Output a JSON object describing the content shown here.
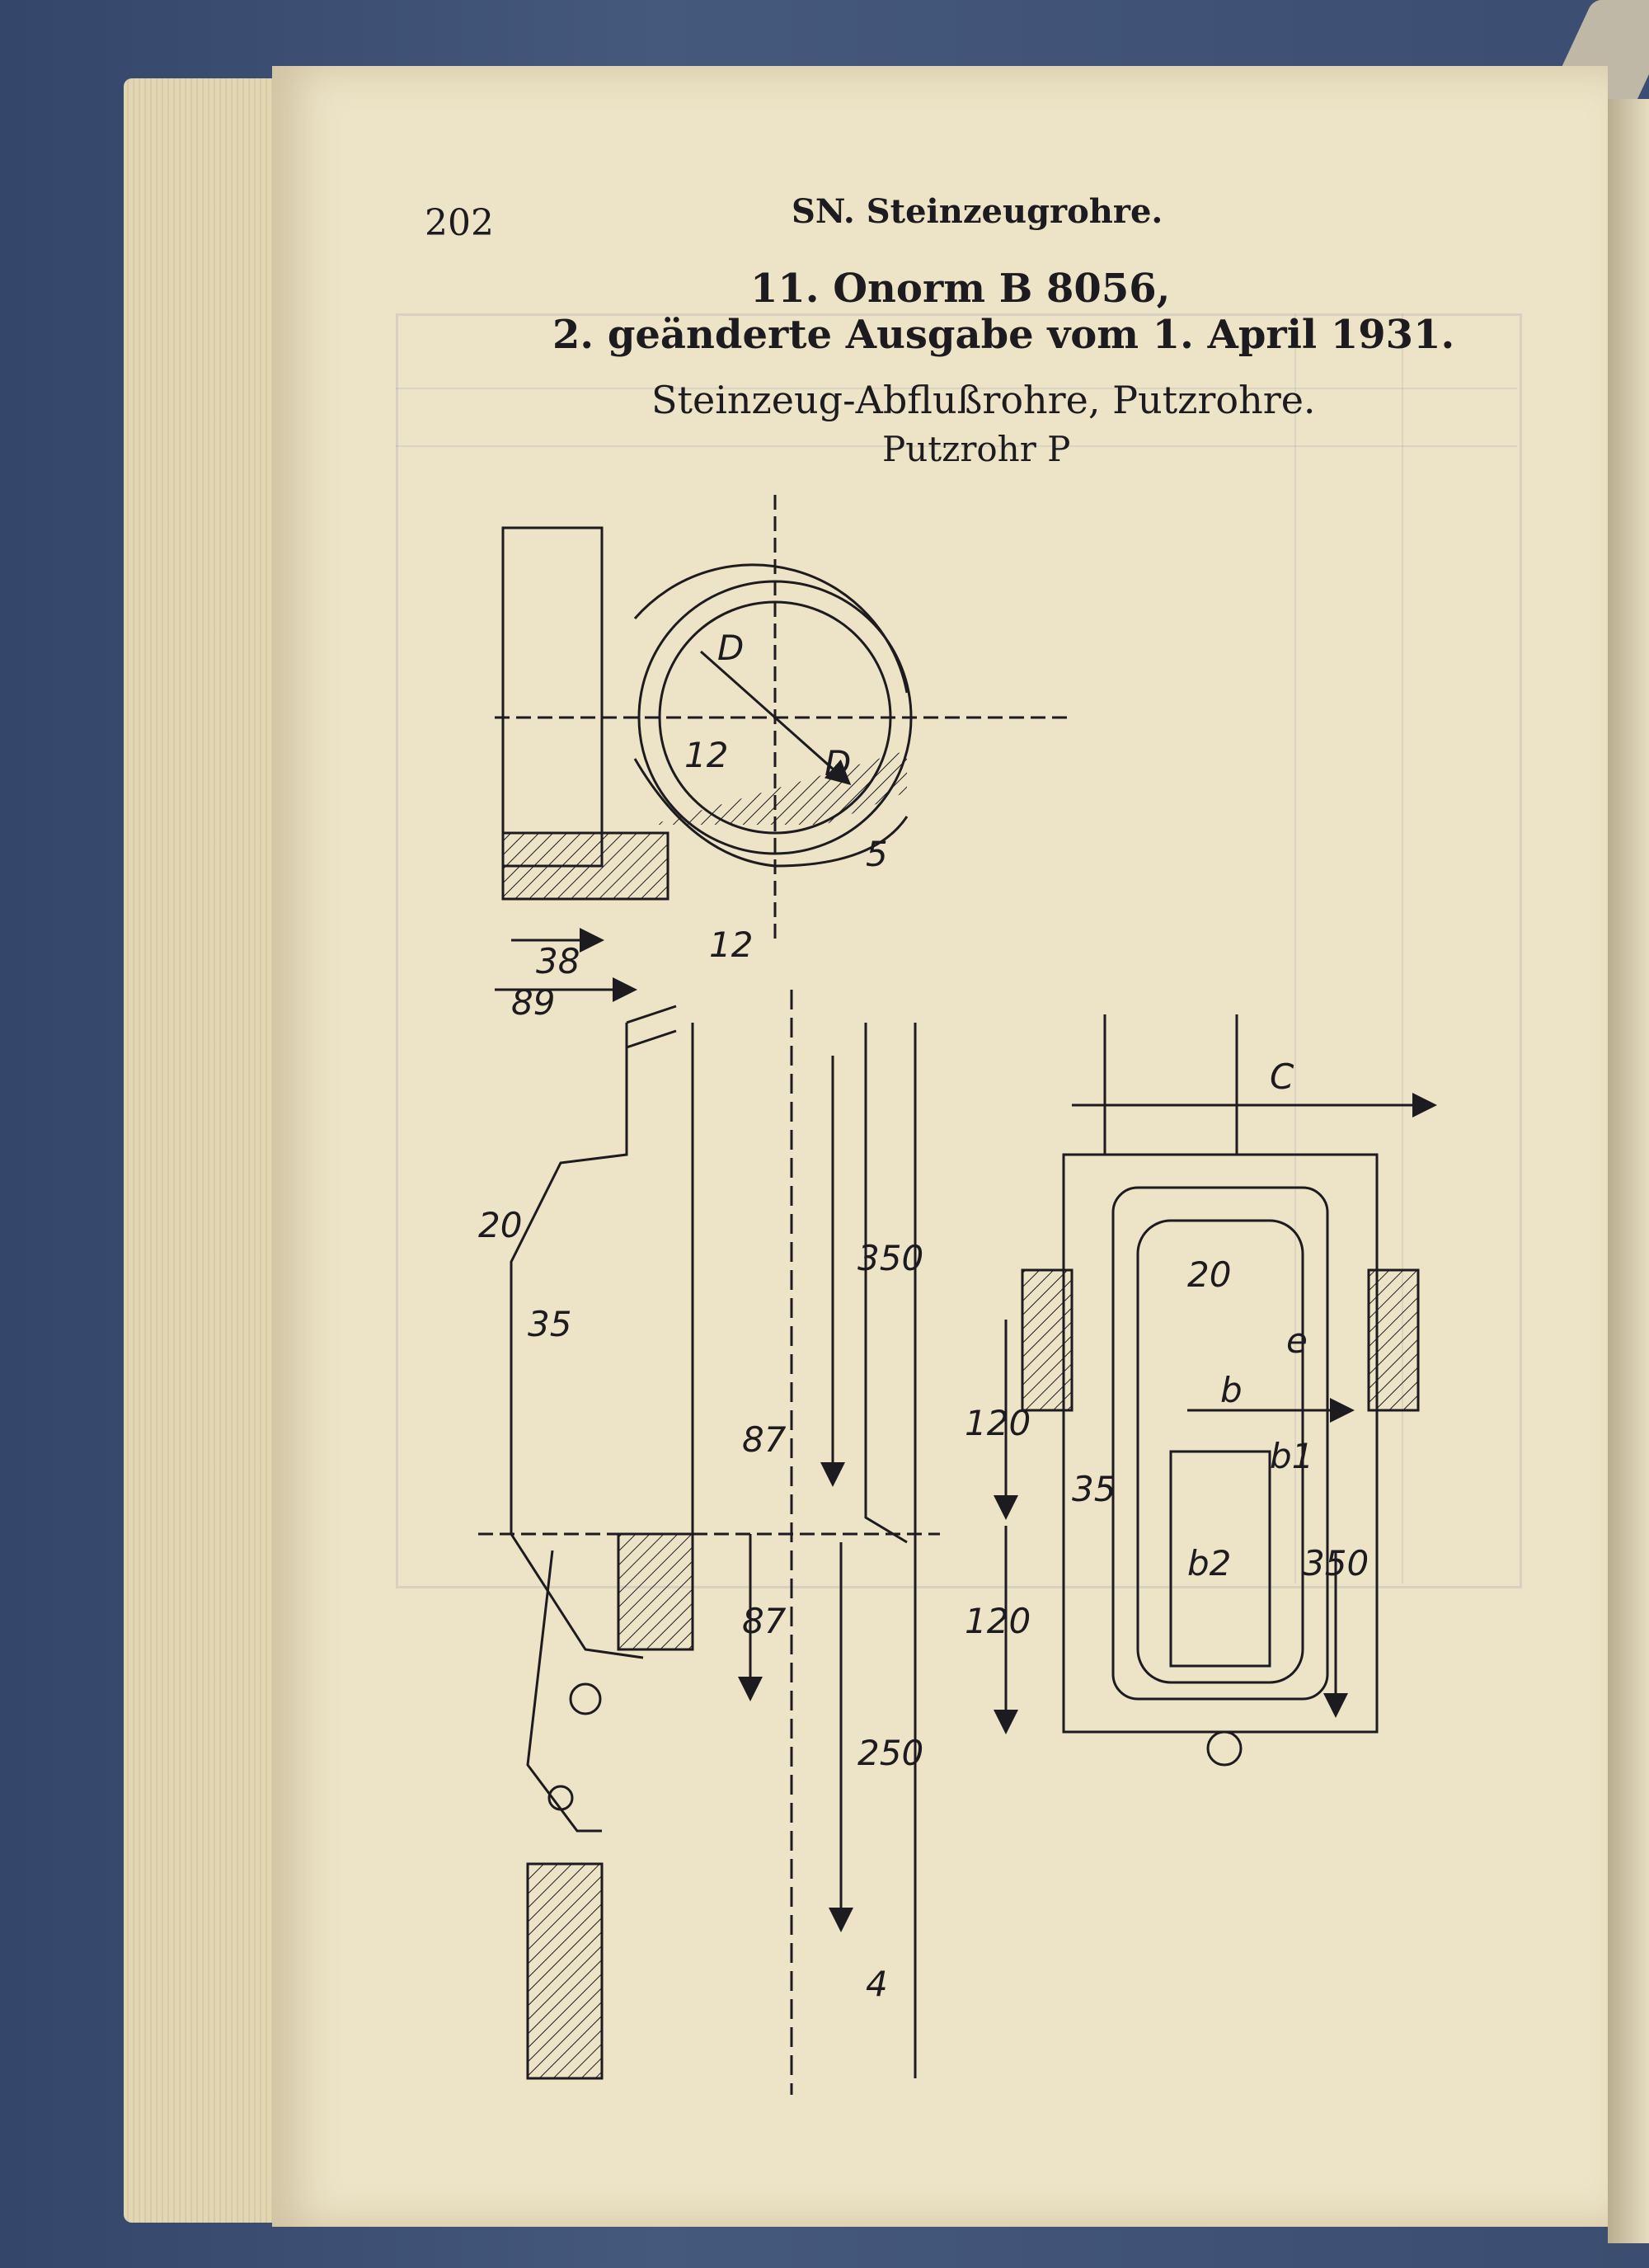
{
  "header": {
    "page_number": "202",
    "running_head": "SN. Steinzeugrohre."
  },
  "section": {
    "title_line_1": "11. Onorm B 8056,",
    "title_line_2": "2. geänderte Ausgabe vom 1. April 1931.",
    "subtitle": "Steinzeug-Abflußrohre, Putzrohre.",
    "figure_caption": "Putzrohr P"
  },
  "figure": {
    "dimension_labels": [
      "D",
      "D",
      "12",
      "5",
      "12",
      "38",
      "89",
      "20",
      "35",
      "87",
      "87",
      "350",
      "250",
      "4",
      "C",
      "120",
      "120",
      "b",
      "e",
      "20",
      "35",
      "b1",
      "b2",
      "350"
    ]
  }
}
